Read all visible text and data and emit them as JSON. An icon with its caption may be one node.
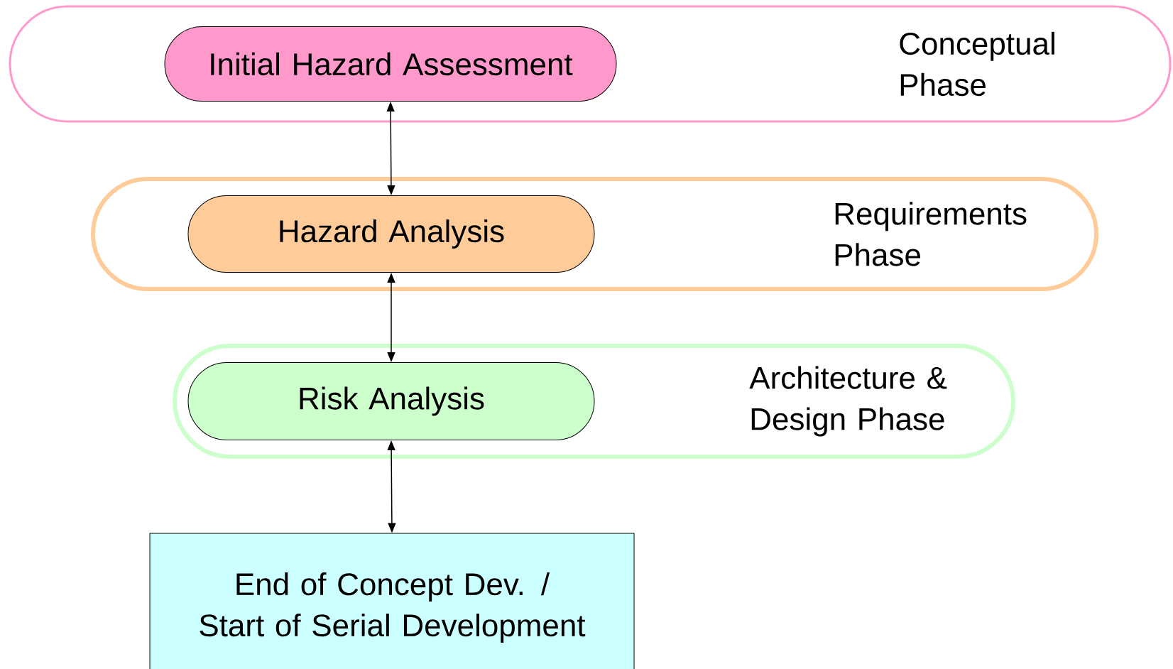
{
  "diagram": {
    "nodes": [
      {
        "text": [
          "Conceptual Phase"
        ]
      },
      {
        "text": [
          "Initial Hazard Assessment"
        ],
        "in": 0
      },
      {
        "text": [
          "Requirements Phase"
        ]
      },
      {
        "text": [
          "Hazard Analysis"
        ],
        "in": 2
      },
      {
        "text": [
          "Architecture & Design Phase"
        ]
      },
      {
        "text": [
          "Risk Analysis"
        ],
        "in": 4
      },
      {
        "text": [
          "End of Concept Dev. / Start of Serial Development"
        ]
      }
    ],
    "edges": [
      {
        "from": 1,
        "to": 3,
        "arrow": "both"
      },
      {
        "from": 3,
        "to": 5,
        "arrow": "both"
      },
      {
        "from": 5,
        "to": 6,
        "arrow": "both"
      }
    ]
  }
}
